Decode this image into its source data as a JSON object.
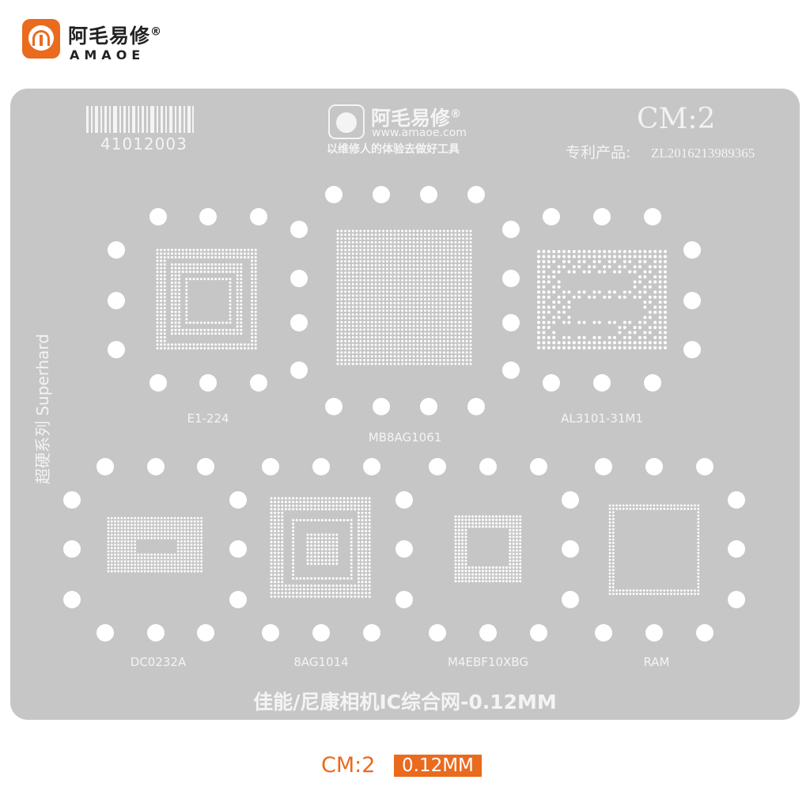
{
  "brand": {
    "name_cn": "阿毛易修",
    "reg_mark": "®",
    "name_en": "AMAOE"
  },
  "stencil": {
    "serial": "41012003",
    "model": "CM:2",
    "patent_label": "专利产品:",
    "patent_number": "ZL2016213989365",
    "logo_brand": "阿毛易修",
    "url": "www.amaoe.com",
    "motto": "以维修人的体验去做好工具",
    "series": "超硬系列 Superhard",
    "spec": "佳能/尼康相机IC综合网-0.12MM",
    "chips": [
      {
        "label": "E1-224"
      },
      {
        "label": "MB8AG1061"
      },
      {
        "label": "AL3101-31M1"
      },
      {
        "label": "DC0232A"
      },
      {
        "label": "8AG1014"
      },
      {
        "label": "M4EBF10XBG"
      },
      {
        "label": "RAM"
      }
    ]
  },
  "footer": {
    "model": "CM:2",
    "thickness": "0.12MM"
  },
  "colors": {
    "accent": "#ea6a1e",
    "plate": "#c6c6c6",
    "holes": "#ffffff"
  }
}
